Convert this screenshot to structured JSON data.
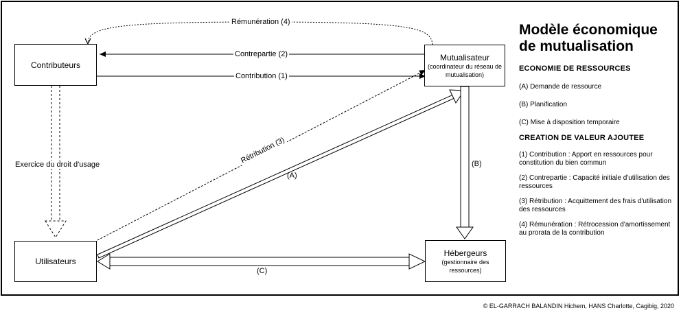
{
  "nodes": {
    "contributeurs": {
      "title": "Contributeurs"
    },
    "mutualisateur": {
      "title": "Mutualisateur",
      "subtitle": "(coordinateur du réseau de mutualisation)"
    },
    "utilisateurs": {
      "title": "Utilisateurs"
    },
    "hebergeurs": {
      "title": "Hébergeurs",
      "subtitle": "(gestionnaire des ressources)"
    }
  },
  "edges": {
    "remuneration": "Rémunération (4)",
    "contrepartie": "Contrepartie (2)",
    "contribution": "Contribution (1)",
    "exercice": "Exercice du droit d'usage",
    "retribution": "Rétribution (3)",
    "a": "(A)",
    "b": "(B)",
    "c": "(C)"
  },
  "legend": {
    "title": "Modèle économique de mutualisation",
    "section1": "ECONOMIE DE RESSOURCES",
    "section1_items": [
      "(A) Demande de ressource",
      "(B) Planification",
      "(C) Mise à disposition temporaire"
    ],
    "section2": "CREATION DE VALEUR AJOUTEE",
    "section2_items": [
      "(1) Contribution : Apport en ressources pour constitution du bien commun",
      "(2) Contrepartie : Capacité initiale d'utilisation des ressources",
      "(3) Rétribution : Acquittement des frais d'utilisation des ressources",
      "(4) Rémunération : Rétrocession d'amortissement au prorata de la contribution"
    ]
  },
  "credit": "© EL-GARRACH BALANDIN Hichem, HANS Charlotte, Cagibig, 2020"
}
